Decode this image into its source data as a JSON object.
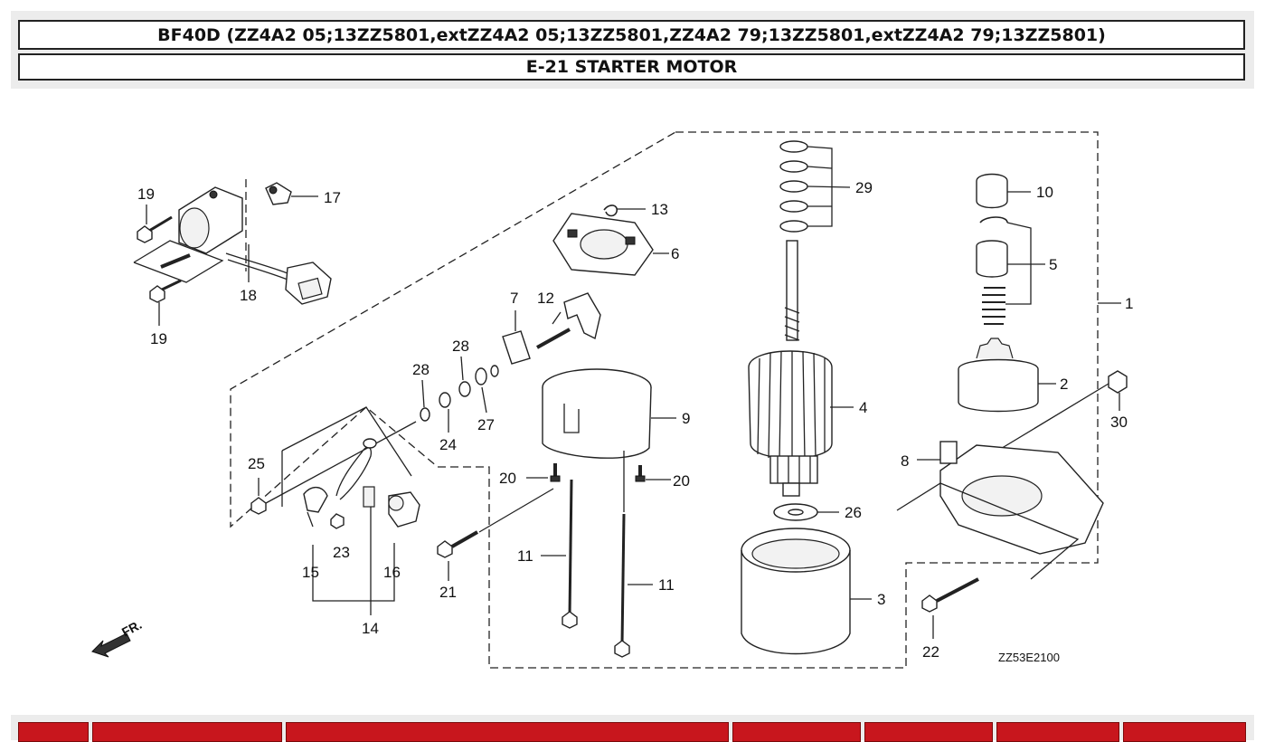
{
  "header": {
    "model_line": "BF40D (ZZ4A2 05;13ZZ5801,extZZ4A2 05;13ZZ5801,ZZ4A2 79;13ZZ5801,extZZ4A2 79;13ZZ5801)",
    "section_title": "E-21 STARTER MOTOR"
  },
  "diagram": {
    "drawing_code": "ZZ53E2100",
    "front_marker": "FR.",
    "callouts": {
      "c1": "1",
      "c2": "2",
      "c3": "3",
      "c4": "4",
      "c5": "5",
      "c6": "6",
      "c7": "7",
      "c8": "8",
      "c9": "9",
      "c10": "10",
      "c11a": "11",
      "c11b": "11",
      "c12": "12",
      "c13": "13",
      "c14": "14",
      "c15": "15",
      "c16": "16",
      "c17": "17",
      "c18": "18",
      "c19a": "19",
      "c19b": "19",
      "c20a": "20",
      "c20b": "20",
      "c21": "21",
      "c22": "22",
      "c23": "23",
      "c24": "24",
      "c25": "25",
      "c26": "26",
      "c27": "27",
      "c28a": "28",
      "c28b": "28",
      "c29": "29",
      "c30": "30"
    }
  },
  "colors": {
    "table_header": "#c8161d",
    "header_band": "#ececec"
  }
}
